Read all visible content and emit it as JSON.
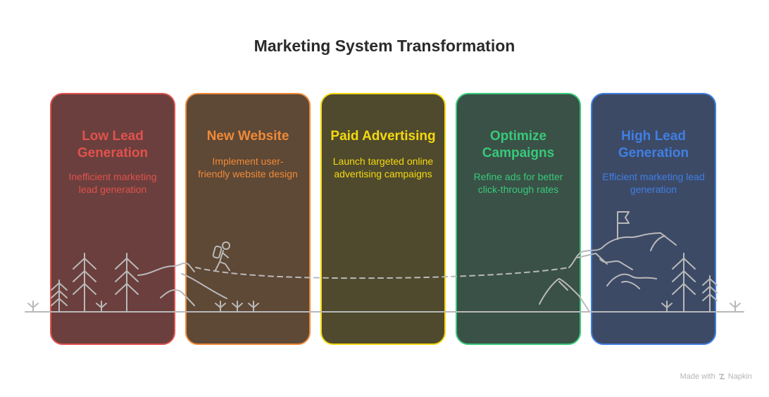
{
  "title": "Marketing System Transformation",
  "stages": [
    {
      "title": "Low Lead Generation",
      "description": "Inefficient marketing lead generation",
      "accent": "#e0524e",
      "fill": "#6b3f3d"
    },
    {
      "title": "New Website",
      "description": "Implement user-friendly website design",
      "accent": "#f08a37",
      "fill": "#5e4836"
    },
    {
      "title": "Paid Advertising",
      "description": "Launch targeted online advertising campaigns",
      "accent": "#f5d90f",
      "fill": "#4f4a2d"
    },
    {
      "title": "Optimize Campaigns",
      "description": "Refine ads for better click-through rates",
      "accent": "#38c97a",
      "fill": "#3a5147"
    },
    {
      "title": "High Lead Generation",
      "description": "Efficient marketing lead generation",
      "accent": "#3f7fe3",
      "fill": "#3d4a66"
    }
  ],
  "footer": {
    "text": "Made with",
    "brand": "Napkin"
  },
  "icons": [
    "tree-icon",
    "hiker-icon",
    "mountain-icon",
    "flag-icon"
  ]
}
